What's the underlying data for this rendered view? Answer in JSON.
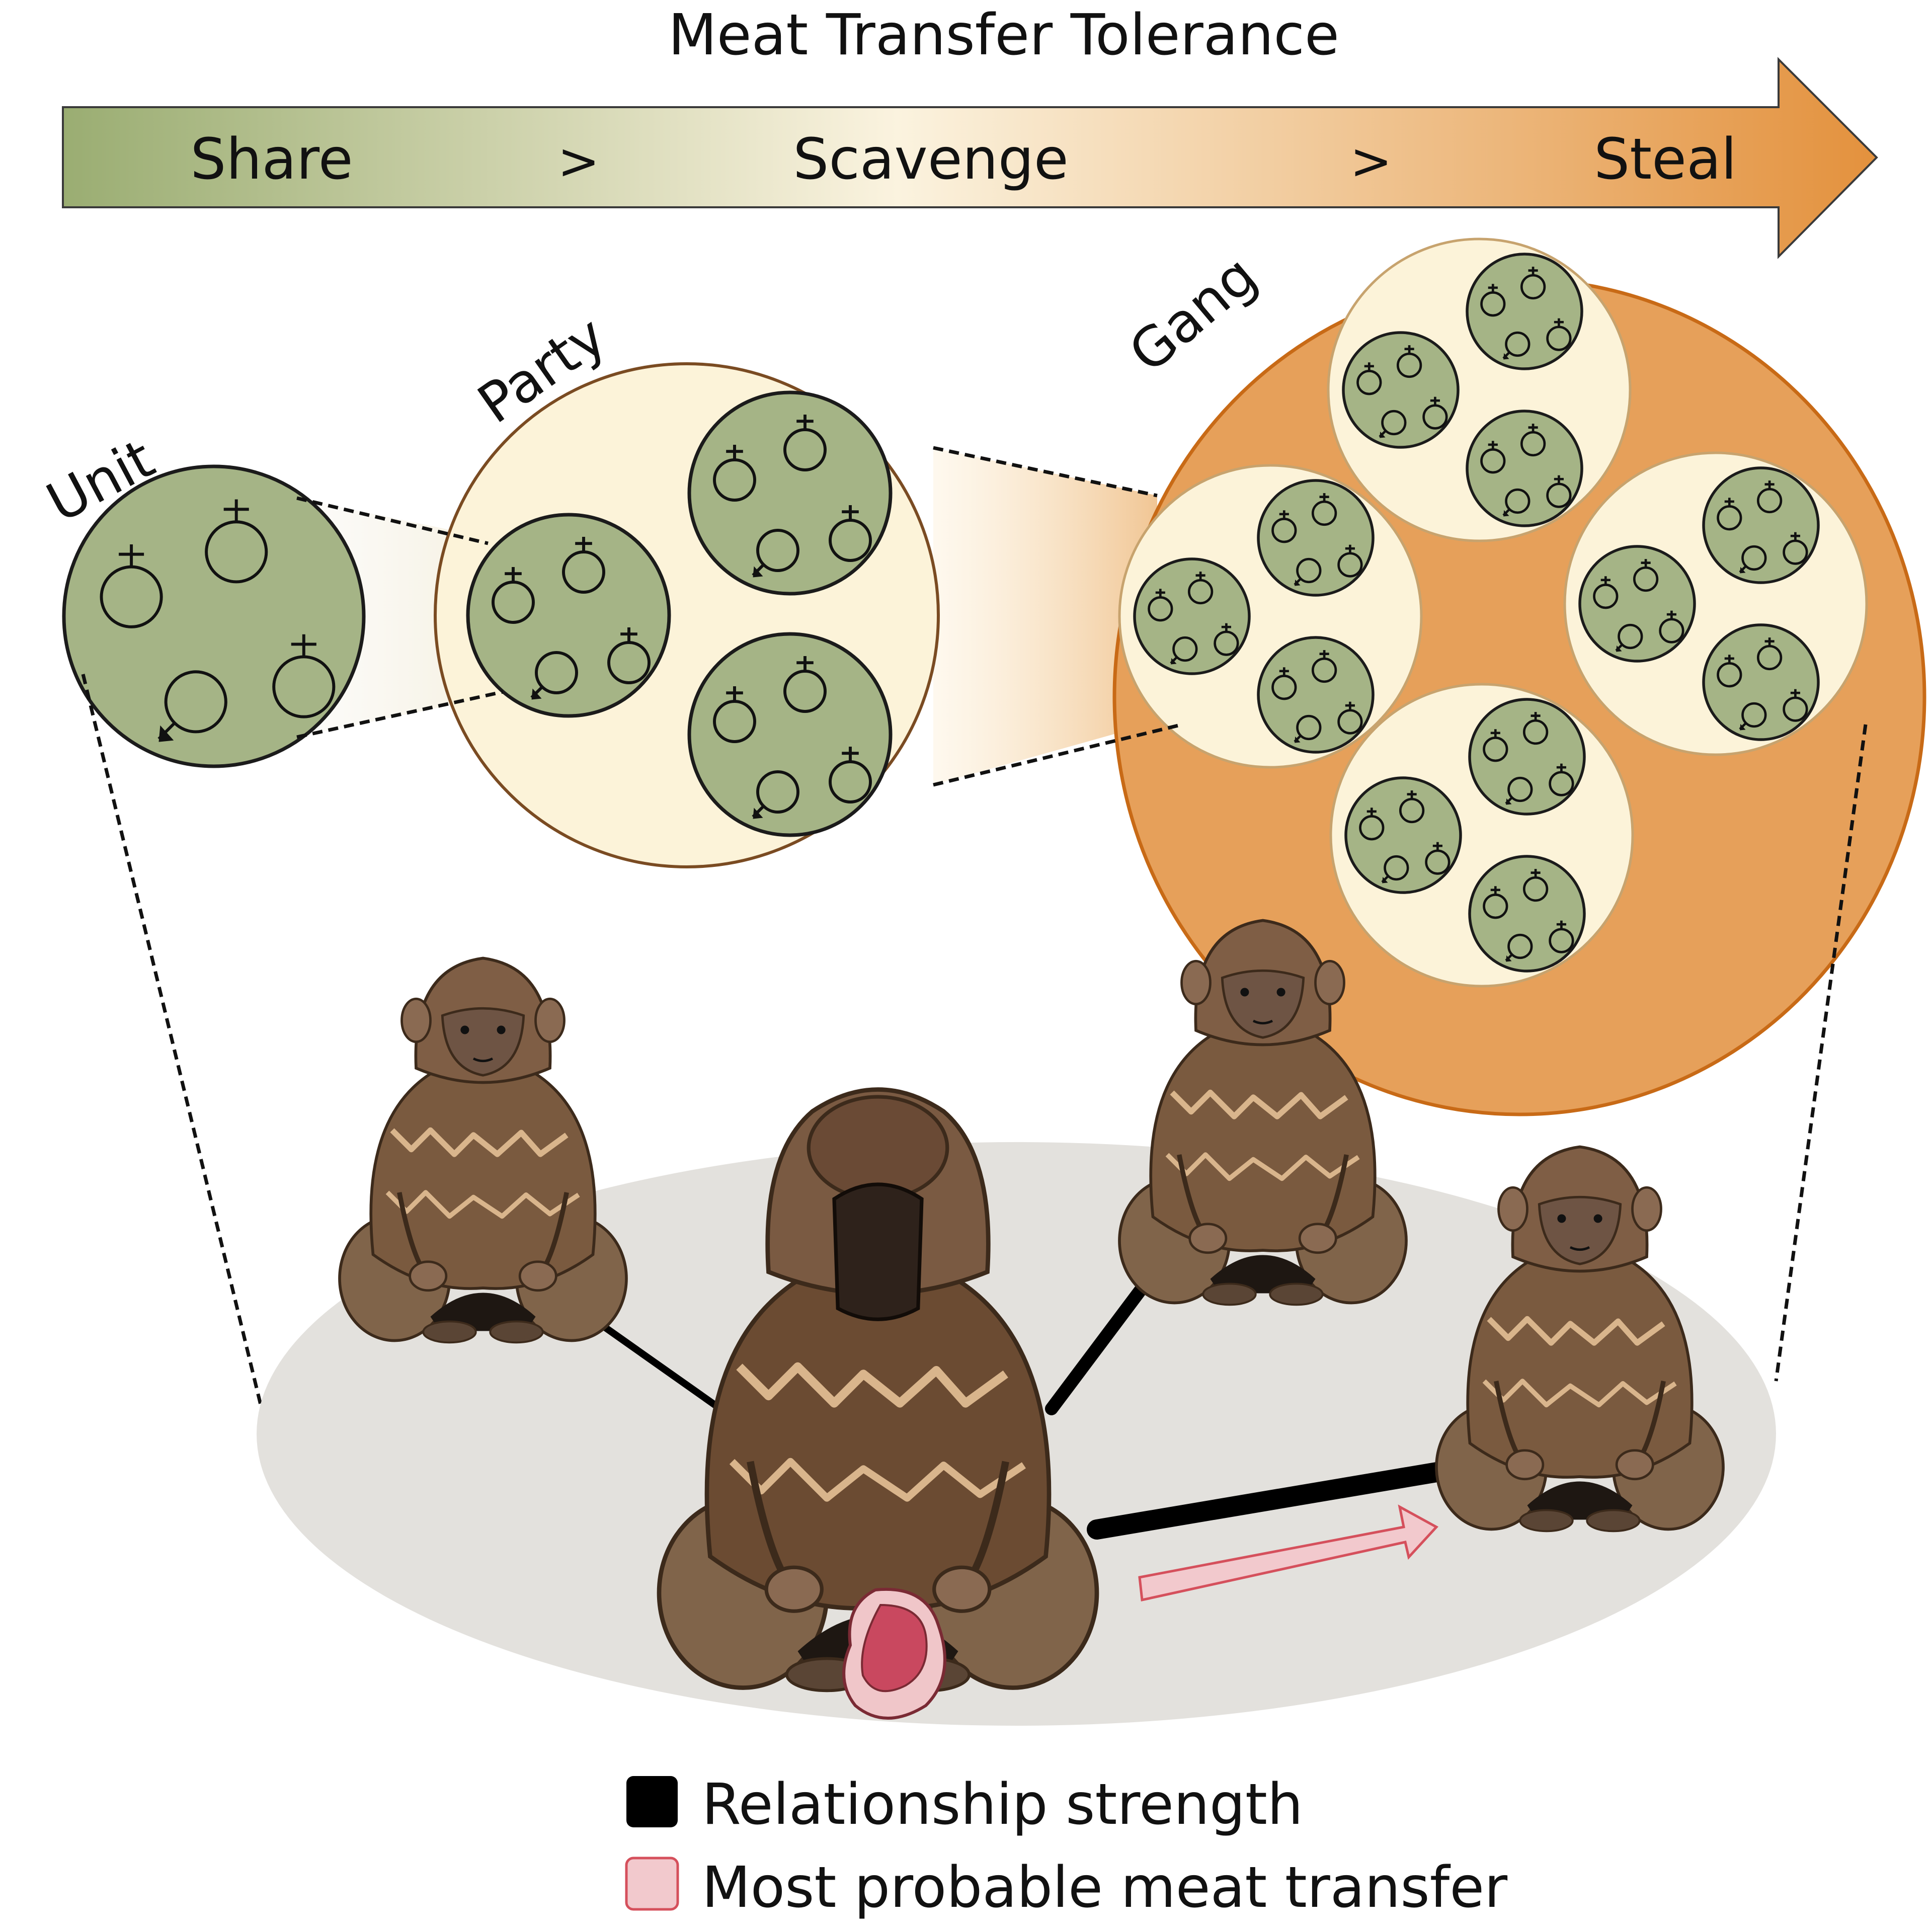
{
  "title": "Meat Transfer Tolerance",
  "gradient_colors": {
    "start": "#9aad72",
    "middle": "#fbf3df",
    "end": "#e3913d"
  },
  "arrow_stages": [
    {
      "label": "Share"
    },
    {
      "label": ">"
    },
    {
      "label": "Scavenge"
    },
    {
      "label": ">"
    },
    {
      "label": "Steal"
    }
  ],
  "levels": {
    "unit": {
      "label": "Unit",
      "fill": "#a5b486"
    },
    "party": {
      "label": "Party",
      "fill": "#fcf3d9"
    },
    "gang": {
      "label": "Gang",
      "fill": "#e6a05a"
    }
  },
  "unit_members": [
    "female",
    "female",
    "male",
    "female"
  ],
  "legend": [
    {
      "label": "Relationship strength",
      "color": "#000000"
    },
    {
      "label": "Most probable meat transfer",
      "color": "#f2c9cd"
    }
  ],
  "relationship_ties": [
    {
      "from": "central-male",
      "to": "female-left",
      "strength": "thin"
    },
    {
      "from": "central-male",
      "to": "female-top-right",
      "strength": "medium"
    },
    {
      "from": "central-male",
      "to": "female-right",
      "strength": "thick"
    }
  ],
  "meat_transfer": {
    "from": "central-male",
    "to": "female-right"
  }
}
